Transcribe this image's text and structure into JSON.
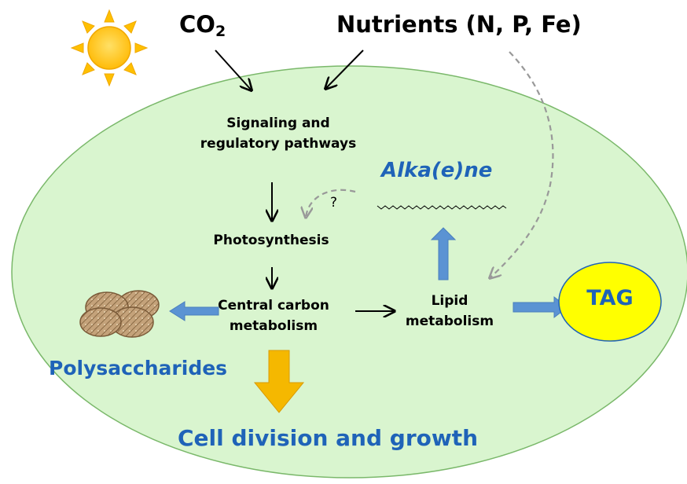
{
  "labels": {
    "co2": "CO",
    "co2_sub": "2",
    "nutrients": "Nutrients (N, P, Fe)",
    "signaling_line1": "Signaling and",
    "signaling_line2": "regulatory pathways",
    "photosynthesis": "Photosynthesis",
    "central_line1": "Central carbon",
    "central_line2": "metabolism",
    "lipid_line1": "Lipid",
    "lipid_line2": "metabolism",
    "alkaene": "Alka(e)ne",
    "question": "?",
    "tag": "TAG",
    "polysaccharides": "Polysaccharides",
    "growth": "Cell division and growth"
  },
  "colors": {
    "cell_fill": "#d9f5cf",
    "cell_stroke": "#7ab86a",
    "text_blue": "#1f63b8",
    "arrow_blue": "#5b93d3",
    "arrow_gold": "#f5b800",
    "tag_fill": "#ffff00",
    "sun": "#ffc000",
    "dashed_gray": "#999999",
    "granule": "#b8956a"
  },
  "icons": [
    "sun-icon",
    "polysaccharide-granules-icon",
    "alkane-chain-icon"
  ]
}
